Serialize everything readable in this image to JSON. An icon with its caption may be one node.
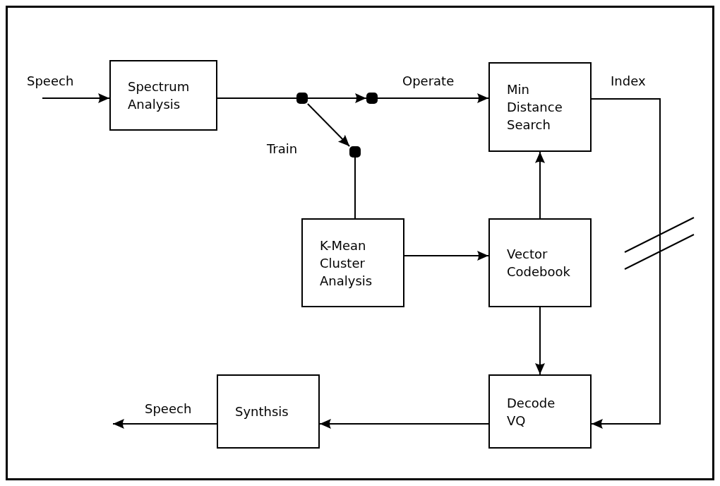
{
  "diagram": {
    "nodes": [
      {
        "text": [
          "Spectrum Analysis"
        ]
      },
      {
        "text": [
          "Min Distance Search"
        ]
      },
      {
        "text": [
          "K-Mean Cluster Analysis"
        ]
      },
      {
        "text": [
          "Vector Codebook"
        ]
      },
      {
        "text": [
          "Synthsis"
        ]
      },
      {
        "text": [
          "Decode VQ"
        ]
      },
      {
        "text": [],
        "shape": "circle"
      },
      {
        "text": [],
        "shape": "circle"
      },
      {
        "text": [],
        "shape": "circle"
      }
    ],
    "edges": [
      {
        "from": null,
        "to": 0,
        "arrow": "to",
        "label": "Speech"
      },
      {
        "from": 0,
        "to": 6,
        "arrow": "none"
      },
      {
        "from": 6,
        "to": 7,
        "arrow": "to"
      },
      {
        "from": 7,
        "to": 1,
        "arrow": "to",
        "label": "Operate"
      },
      {
        "from": 6,
        "to": 8,
        "arrow": "to",
        "label": "Train"
      },
      {
        "from": 8,
        "to": 2,
        "arrow": "none"
      },
      {
        "from": 2,
        "to": 3,
        "arrow": "to"
      },
      {
        "from": 3,
        "to": 1,
        "arrow": "to"
      },
      {
        "from": 3,
        "to": 5,
        "arrow": "to"
      },
      {
        "from": 1,
        "to": 5,
        "arrow": "to",
        "label": "Index"
      },
      {
        "from": 5,
        "to": 4,
        "arrow": "to"
      },
      {
        "from": 4,
        "to": null,
        "arrow": "to",
        "label": "Speech"
      }
    ]
  }
}
